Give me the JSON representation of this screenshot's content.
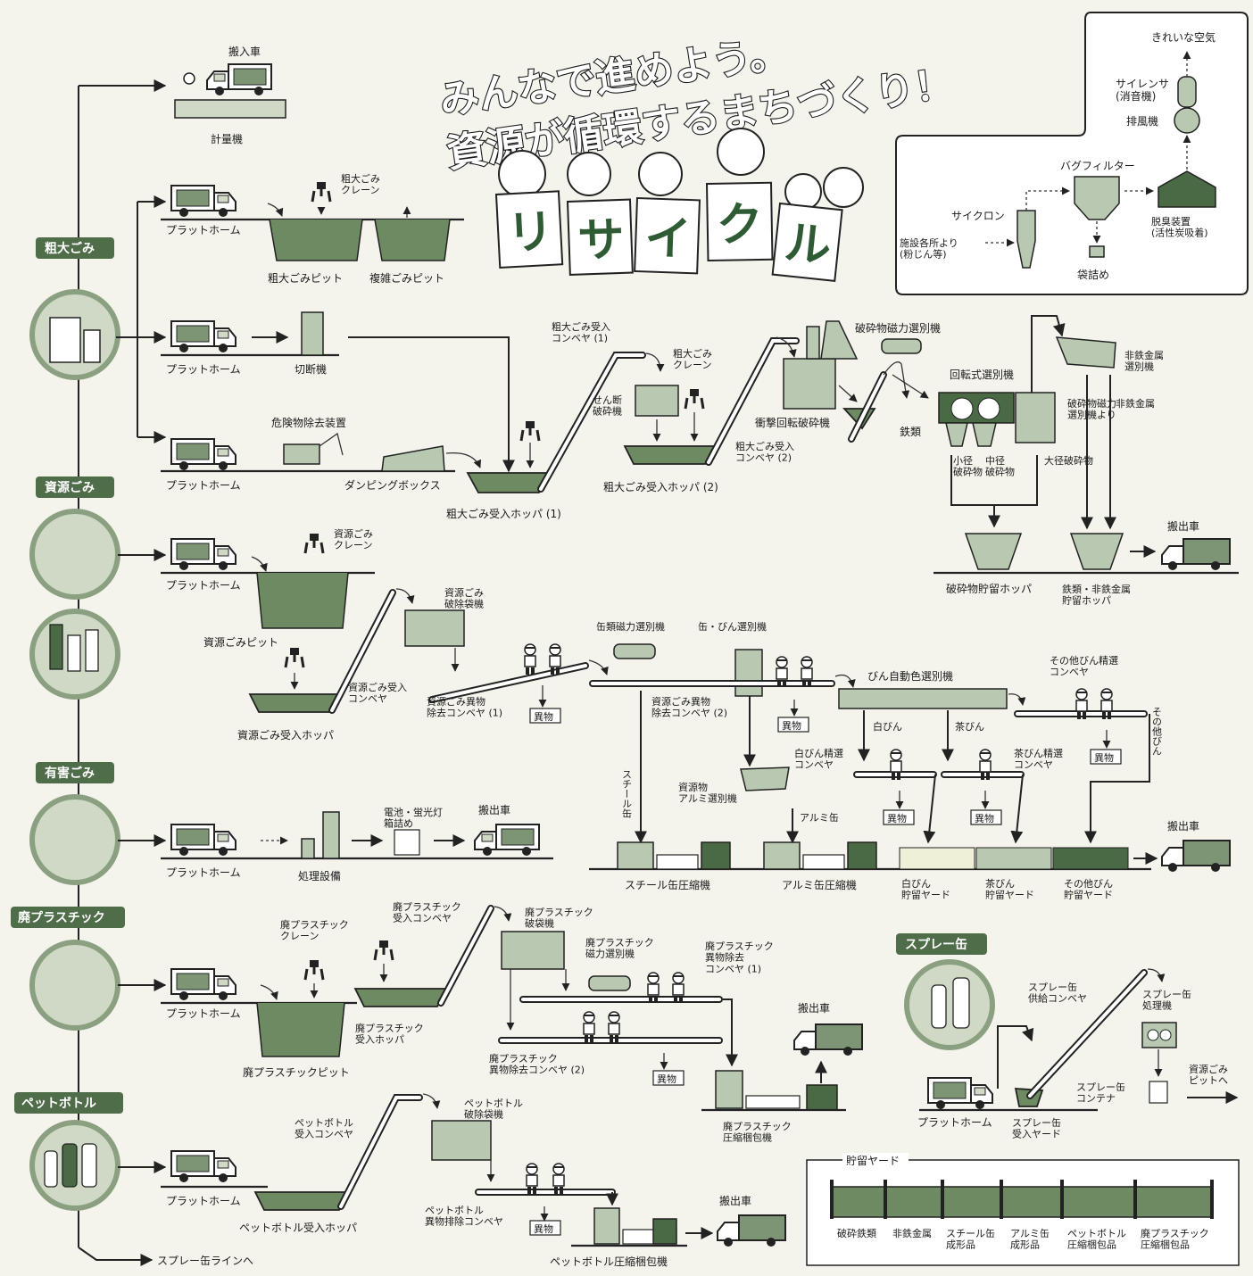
{
  "title": {
    "line1": "みんなで進めよう。",
    "line2": "資源が循環するまちづくり！"
  },
  "banner_kana": [
    "リ",
    "サ",
    "イ",
    "ク",
    "ル"
  ],
  "categories": [
    "粗大ごみ",
    "資源ごみ",
    "有害ごみ",
    "廃プラスチック",
    "ペットボトル",
    "スプレー缶"
  ],
  "platform": "プラットホーム",
  "carry_in": {
    "truck": "搬入車",
    "scale": "計量機"
  },
  "bulky": {
    "crane": "粗大ごみ\nクレーン",
    "pit": "粗大ごみピット",
    "mixed_pit": "複雑ごみピット",
    "cutter": "切断機",
    "hazard_removal": "危険物除去装置",
    "dumping_box": "ダンピングボックス",
    "hopper1": "粗大ごみ受入ホッパ (1)",
    "conveyor1": "粗大ごみ受入\nコンベヤ (1)",
    "shear": "せん断\n破砕機",
    "crane2": "粗大ごみ\nクレーン",
    "hopper2": "粗大ごみ受入ホッパ (2)",
    "conveyor2": "粗大ごみ受入\nコンベヤ (2)",
    "impact_crusher": "衝撃回転破砕機",
    "magnetic": "破砕物磁力選別機",
    "iron": "鉄類",
    "rotary": "回転式選別機",
    "small": "小径\n破砕物",
    "medium": "中径\n破砕物",
    "large": "大径破砕物",
    "nonferrous_sep": "非鉄金属\n選別機",
    "from_magnetic": "破砕物磁力\n選別機より",
    "nonferrous": "非鉄金属",
    "crushed_hopper": "破砕物貯留ホッパ",
    "metal_hopper": "鉄類・非鉄金属\n貯留ホッパ",
    "truck_out": "搬出車"
  },
  "exhaust": {
    "clean_air": "きれいな空気",
    "silencer": "サイレンサ\n(消音機)",
    "fan": "排風機",
    "bag_filter": "バグフィルター",
    "cyclone": "サイクロン",
    "deodorizer": "脱臭装置\n(活性炭吸着)",
    "source": "施設各所より\n(粉じん等)",
    "bagging": "袋詰め"
  },
  "resource": {
    "crane": "資源ごみ\nクレーン",
    "pit": "資源ごみピット",
    "bag_breaker": "資源ごみ\n破除袋機",
    "conveyor": "資源ごみ受入\nコンベヤ",
    "hopper": "資源ごみ受入ホッパ",
    "foreign1": "資源ごみ異物\n除去コンベヤ (1)",
    "foreign_label": "異物",
    "can_magnetic": "缶類磁力選別機",
    "can_bottle": "缶・びん選別機",
    "foreign2": "資源ごみ異物\n除去コンベヤ (2)",
    "steel_can": "スチール缶",
    "alu_sep": "資源物\nアルミ選別機",
    "alu_can": "アルミ缶",
    "bottle_color": "びん自動色選別機",
    "white_bottle": "白びん",
    "brown_bottle": "茶びん",
    "other_bottle_conv": "その他びん精選\nコンベヤ",
    "other_bottle": "その他びん",
    "white_conv": "白びん精選\nコンベヤ",
    "brown_conv": "茶びん精選\nコンベヤ",
    "steel_press": "スチール缶圧縮機",
    "alu_press": "アルミ缶圧縮機",
    "white_yard": "白びん\n貯留ヤード",
    "brown_yard": "茶びん\n貯留ヤード",
    "other_yard": "その他びん\n貯留ヤード",
    "truck_out": "搬出車"
  },
  "hazard": {
    "facility": "処理設備",
    "boxing": "電池・蛍光灯\n箱詰め",
    "truck_out": "搬出車"
  },
  "plastic": {
    "crane": "廃プラスチック\nクレーン",
    "conveyor": "廃プラスチック\n受入コンベヤ",
    "bag_breaker": "廃プラスチック\n破袋機",
    "magnetic": "廃プラスチック\n磁力選別機",
    "foreign1": "廃プラスチック\n異物除去\nコンベヤ (1)",
    "hopper": "廃プラスチック\n受入ホッパ",
    "pit": "廃プラスチックピット",
    "foreign2": "廃プラスチック\n異物除去コンベヤ (2)",
    "foreign_label": "異物",
    "truck_out": "搬出車",
    "press": "廃プラスチック\n圧縮梱包機"
  },
  "pet": {
    "conveyor": "ペットボトル\n受入コンベヤ",
    "bag_breaker": "ペットボトル\n破除袋機",
    "hopper": "ペットボトル受入ホッパ",
    "foreign": "ペットボトル\n異物排除コンベヤ",
    "foreign_label": "異物",
    "truck_out": "搬出車",
    "press": "ペットボトル圧縮梱包機",
    "to_spray": "スプレー缶ラインへ"
  },
  "spray": {
    "feed_conv": "スプレー缶\n供給コンベヤ",
    "processor": "スプレー缶\n処理機",
    "container": "スプレー缶\nコンテナ",
    "to_pit": "資源ごみ\nピットへ",
    "yard": "スプレー缶\n受入ヤード"
  },
  "storage": {
    "title": "貯留ヤード",
    "items": [
      "破砕鉄類",
      "非鉄金属",
      "スチール缶\n成形品",
      "アルミ缶\n成形品",
      "ペットボトル\n圧縮梱包品",
      "廃プラスチック\n圧縮梱包品"
    ]
  }
}
